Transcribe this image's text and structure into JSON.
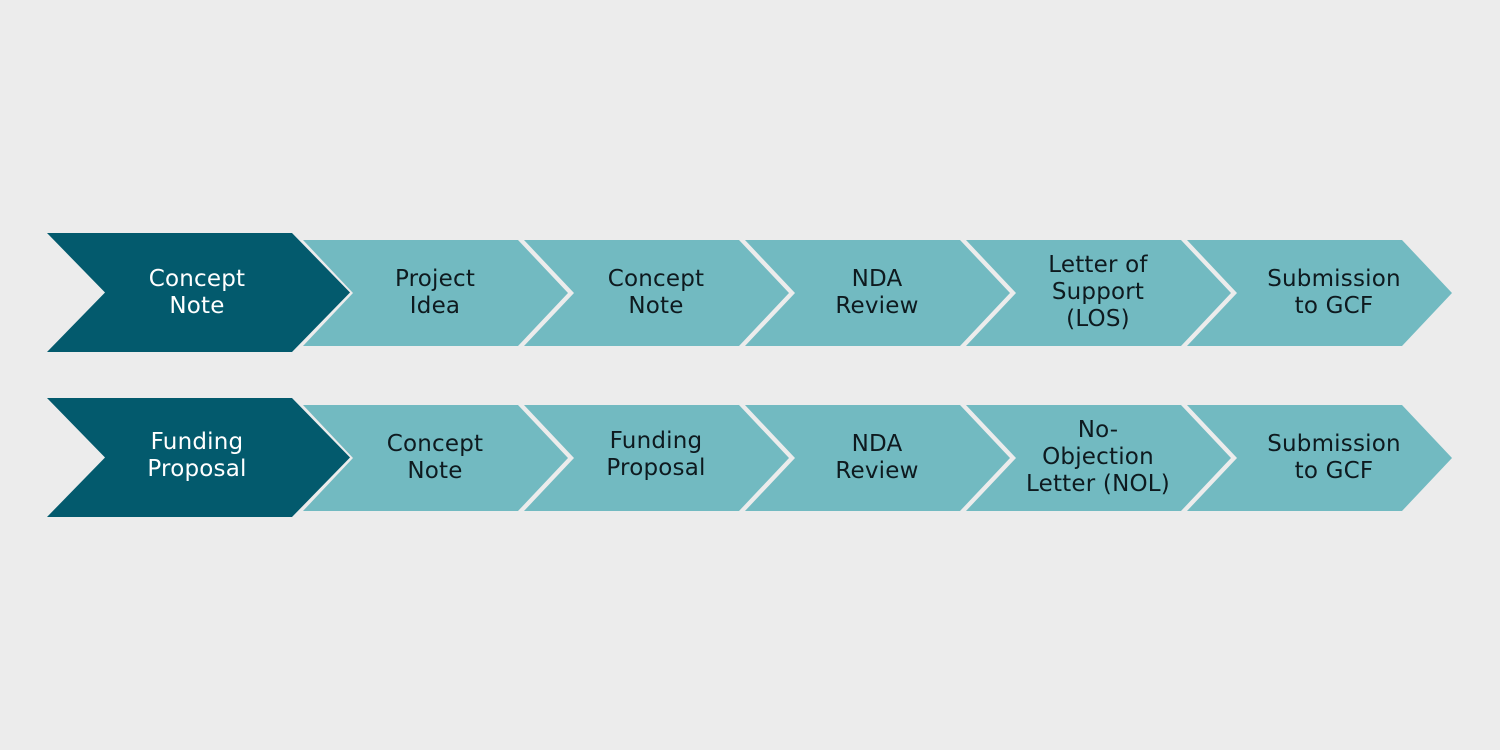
{
  "colors": {
    "background": "#ececec",
    "header_fill": "#035a6d",
    "step_fill": "#72bac1",
    "header_text": "#ffffff",
    "step_text": "#0e1a1f"
  },
  "rows": [
    {
      "header": "Concept\nNote",
      "steps": [
        "Project\nIdea",
        "Concept\nNote",
        "NDA\nReview",
        "Letter of\nSupport\n(LOS)",
        "Submission\nto GCF"
      ]
    },
    {
      "header": "Funding\nProposal",
      "steps": [
        "Concept\nNote",
        "Funding\nProposal",
        "NDA\nReview",
        "No-\nObjection\nLetter (NOL)",
        "Submission\nto GCF"
      ]
    }
  ]
}
